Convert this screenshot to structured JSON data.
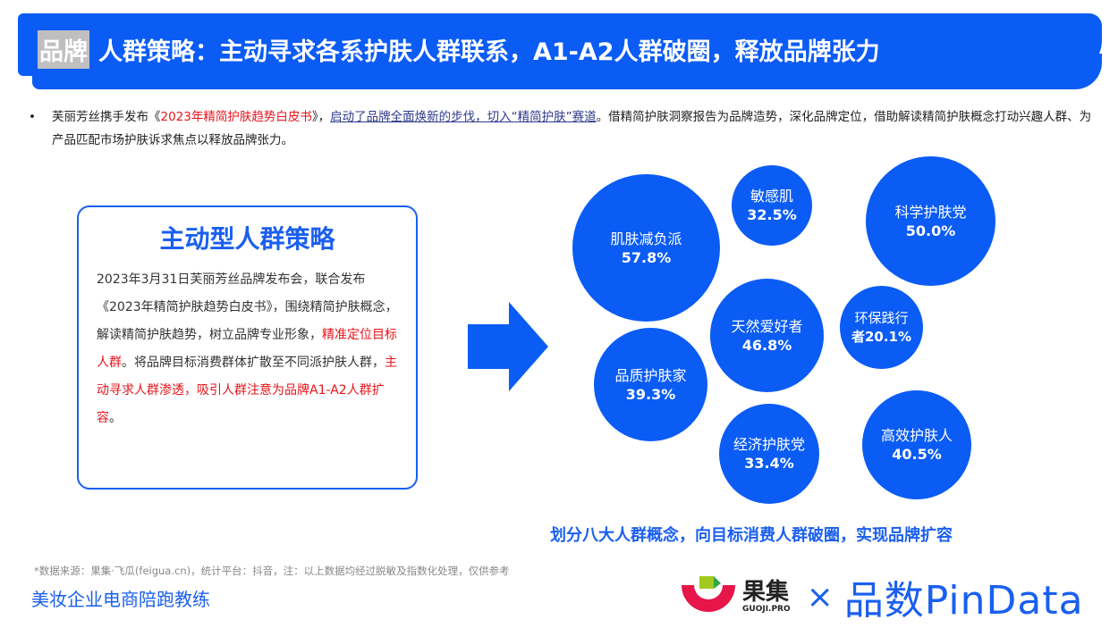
{
  "header": {
    "highlight": "品牌",
    "title": "人群策略：主动寻求各系护肤人群联系，A1-A2人群破圈，释放品牌张力"
  },
  "intro": {
    "bullet": "•",
    "p1": "芙丽芳丝携手发布《",
    "red": "2023年精简护肤趋势白皮书",
    "p2": "》，",
    "link": "启动了品牌全面焕新的步伐，切入“精简护肤”赛道",
    "p3": "。借精简护肤洞察报告为品牌造势，深化品牌定位，借助解读精简护肤概念打动兴趣人群、为产品匹配市场护肤诉求焦点以释放品牌张力。"
  },
  "strategy": {
    "title": "主动型人群策略",
    "t1": "2023年3月31日芙丽芳丝品牌发布会，联合发布《2023年精简护肤趋势白皮书》，围绕精简护肤概念，解读精简护肤趋势，树立品牌专业形象，",
    "r1": "精准定位目标人群",
    "t2": "。将品牌目标消费群体扩散至不同派护肤人群，",
    "r2": "主动寻求人群渗透，吸引人群注意为品牌A1-A2人群扩容",
    "t3": "。"
  },
  "groups": [
    {
      "name": "肌肤减负派",
      "value": "57.8%"
    },
    {
      "name": "敏感肌",
      "value": "32.5%"
    },
    {
      "name": "科学护肤党",
      "value": "50.0%"
    },
    {
      "name": "天然爱好者",
      "value": "46.8%"
    },
    {
      "name": "环保践行",
      "value": "者20.1%"
    },
    {
      "name": "品质护肤家",
      "value": "39.3%"
    },
    {
      "name": "经济护肤党",
      "value": "33.4%"
    },
    {
      "name": "高效护肤人",
      "value": "40.5%"
    }
  ],
  "caption": "划分八大人群概念，向目标消费人群破圈，实现品牌扩容",
  "footer": {
    "source": "*数据来源：果集·飞瓜(feigua.cn)，统计平台：抖音，注：以上数据均经过脱敏及指数化处理，仅供参考",
    "coach": "美妆企业电商陪跑教练",
    "guoji": "果集",
    "guoji_sub": "GUOJI.PRO",
    "x": "×",
    "pindata": "品数PinData"
  },
  "colors": {
    "brand": "#0b5cf5",
    "highlight": "#e8141b"
  }
}
